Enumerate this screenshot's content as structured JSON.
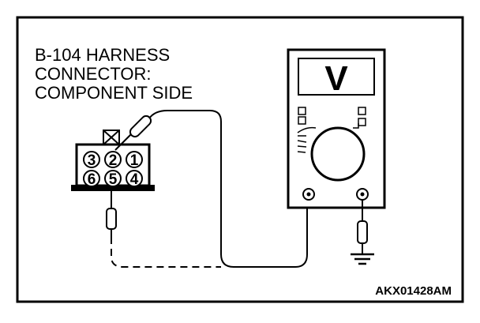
{
  "connector_label": {
    "lines": [
      "B-104 HARNESS",
      "CONNECTOR:",
      "COMPONENT SIDE"
    ]
  },
  "connector_pins": {
    "top_row": [
      "3",
      "2",
      "1"
    ],
    "bottom_row": [
      "6",
      "5",
      "4"
    ]
  },
  "meter": {
    "display_symbol": "V"
  },
  "figure_code": "AKX01428AM"
}
